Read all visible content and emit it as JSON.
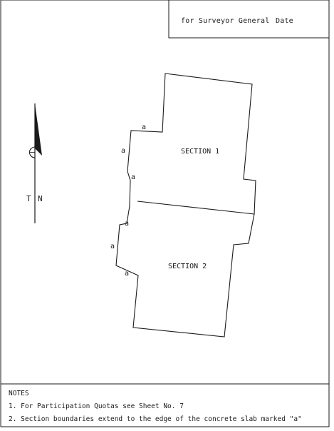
{
  "signature_block": {
    "signed_for": "for Surveyor General",
    "date_label": "Date"
  },
  "plan": {
    "sections": [
      {
        "label": "SECTION 1"
      },
      {
        "label": "SECTION 2"
      }
    ],
    "slab_marker": "a"
  },
  "north_arrow": {
    "left_letter": "T",
    "right_letter": "N"
  },
  "notes": {
    "heading": "NOTES",
    "items": [
      "1. For Participation Quotas see Sheet No. 7",
      "2. Section boundaries extend to the edge of the concrete slab marked \"a\""
    ]
  },
  "colors": {
    "ink": "#1a1a1a",
    "paper": "#ffffff"
  }
}
